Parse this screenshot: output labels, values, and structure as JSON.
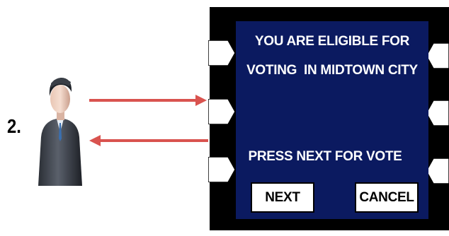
{
  "step": {
    "number": "2."
  },
  "screen": {
    "line1": "YOU ARE ELIGIBLE FOR",
    "line2": "VOTING  IN MIDTOWN CITY",
    "prompt": "PRESS NEXT FOR VOTE"
  },
  "buttons": {
    "next": "NEXT",
    "cancel": "CANCEL"
  },
  "colors": {
    "arrow": "#d9534f",
    "screen": "#0b1a60",
    "frame": "#000000"
  }
}
